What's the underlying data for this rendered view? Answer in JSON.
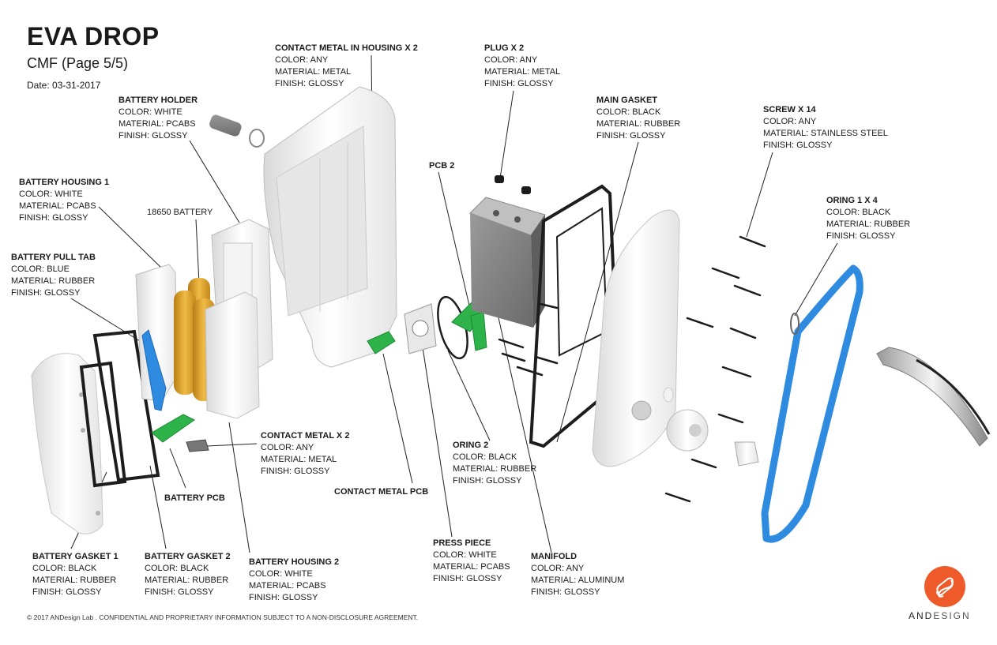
{
  "header": {
    "title": "EVA DROP",
    "subtitle": "CMF (Page 5/5)",
    "date": "Date: 03-31-2017"
  },
  "parts": {
    "contact_metal_housing": {
      "name": "CONTACT METAL IN HOUSING X 2",
      "color": "COLOR: ANY",
      "material": "MATERIAL: METAL",
      "finish": "FINISH: GLOSSY"
    },
    "plug": {
      "name": "PLUG X 2",
      "color": "COLOR: ANY",
      "material": "MATERIAL: METAL",
      "finish": "FINISH: GLOSSY"
    },
    "battery_holder": {
      "name": "BATTERY HOLDER",
      "color": "COLOR: WHITE",
      "material": "MATERIAL: PCABS",
      "finish": "FINISH: GLOSSY"
    },
    "main_gasket": {
      "name": "MAIN GASKET",
      "color": "COLOR: BLACK",
      "material": "MATERIAL: RUBBER",
      "finish": "FINISH: GLOSSY"
    },
    "screw": {
      "name": "SCREW X 14",
      "color": "COLOR: ANY",
      "material": "MATERIAL: STAINLESS STEEL",
      "finish": "FINISH: GLOSSY"
    },
    "pcb2": {
      "name": "PCB 2"
    },
    "battery_housing_1": {
      "name": "BATTERY HOUSING 1",
      "color": "COLOR: WHITE",
      "material": "MATERIAL: PCABS",
      "finish": "FINISH: GLOSSY"
    },
    "battery_18650": {
      "name": "18650 BATTERY"
    },
    "oring1": {
      "name": "ORING 1 X 4",
      "color": "COLOR: BLACK",
      "material": "MATERIAL: RUBBER",
      "finish": "FINISH: GLOSSY"
    },
    "battery_pull_tab": {
      "name": "BATTERY PULL TAB",
      "color": "COLOR: BLUE",
      "material": "MATERIAL: RUBBER",
      "finish": "FINISH: GLOSSY"
    },
    "contact_metal": {
      "name": "CONTACT METAL  X 2",
      "color": "COLOR: ANY",
      "material": "MATERIAL: METAL",
      "finish": "FINISH: GLOSSY"
    },
    "oring2": {
      "name": "ORING 2",
      "color": "COLOR: BLACK",
      "material": "MATERIAL: RUBBER",
      "finish": "FINISH: GLOSSY"
    },
    "battery_pcb": {
      "name": "BATTERY PCB"
    },
    "contact_metal_pcb": {
      "name": "CONTACT METAL PCB"
    },
    "press_piece": {
      "name": "PRESS PIECE",
      "color": "COLOR: WHITE",
      "material": "MATERIAL: PCABS",
      "finish": "FINISH: GLOSSY"
    },
    "manifold": {
      "name": "MANIFOLD",
      "color": "COLOR: ANY",
      "material": "MATERIAL: ALUMINUM",
      "finish": "FINISH: GLOSSY"
    },
    "battery_gasket_1": {
      "name": "BATTERY GASKET 1",
      "color": "COLOR: BLACK",
      "material": "MATERIAL: RUBBER",
      "finish": "FINISH: GLOSSY"
    },
    "battery_gasket_2": {
      "name": "BATTERY GASKET 2",
      "color": "COLOR: BLACK",
      "material": "MATERIAL: RUBBER",
      "finish": "FINISH: GLOSSY"
    },
    "battery_housing_2": {
      "name": "BATTERY HOUSING 2",
      "color": "COLOR: WHITE",
      "material": "MATERIAL: PCABS",
      "finish": "FINISH: GLOSSY"
    }
  },
  "footer": {
    "copyright": "© 2017 ANDesign Lab .  CONFIDENTIAL AND PROPRIETARY INFORMATION SUBJECT TO A NON-DISCLOSURE AGREEMENT.",
    "brand_a": "AND",
    "brand_b": "ESIGN"
  },
  "colors": {
    "logo": "#ef5a2a",
    "pcb": "#2db34a",
    "tab": "#2f8be0",
    "battery": "#e0a52a"
  }
}
